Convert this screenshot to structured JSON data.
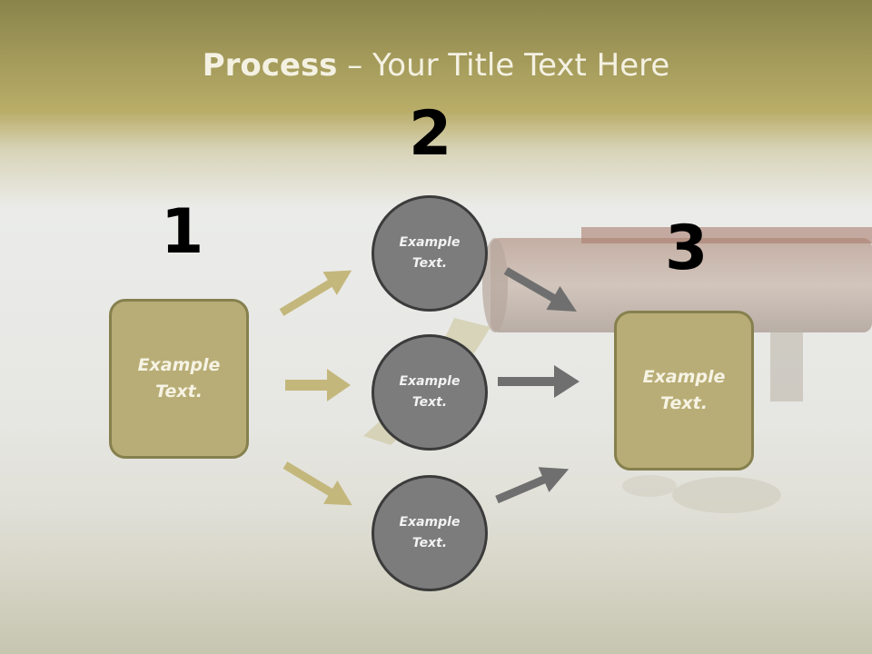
{
  "title": {
    "bold": "Process",
    "rest": " – Your Title Text Here"
  },
  "steps": [
    {
      "number": "1",
      "text": "Example\nText."
    },
    {
      "number": "2",
      "texts": [
        "Example\nText.",
        "Example\nText.",
        "Example\nText."
      ]
    },
    {
      "number": "3",
      "text": "Example\nText."
    }
  ],
  "colors": {
    "box_fill": "#b8ad76",
    "box_border": "#86804e",
    "circle_fill": "#7c7c7c",
    "circle_border": "#3b3b3b",
    "arrow_gold": "#c4b77c",
    "arrow_gray": "#6f6f6f",
    "header_band": "#9c9650"
  },
  "icons": {
    "arrow": "right-arrow-icon"
  }
}
